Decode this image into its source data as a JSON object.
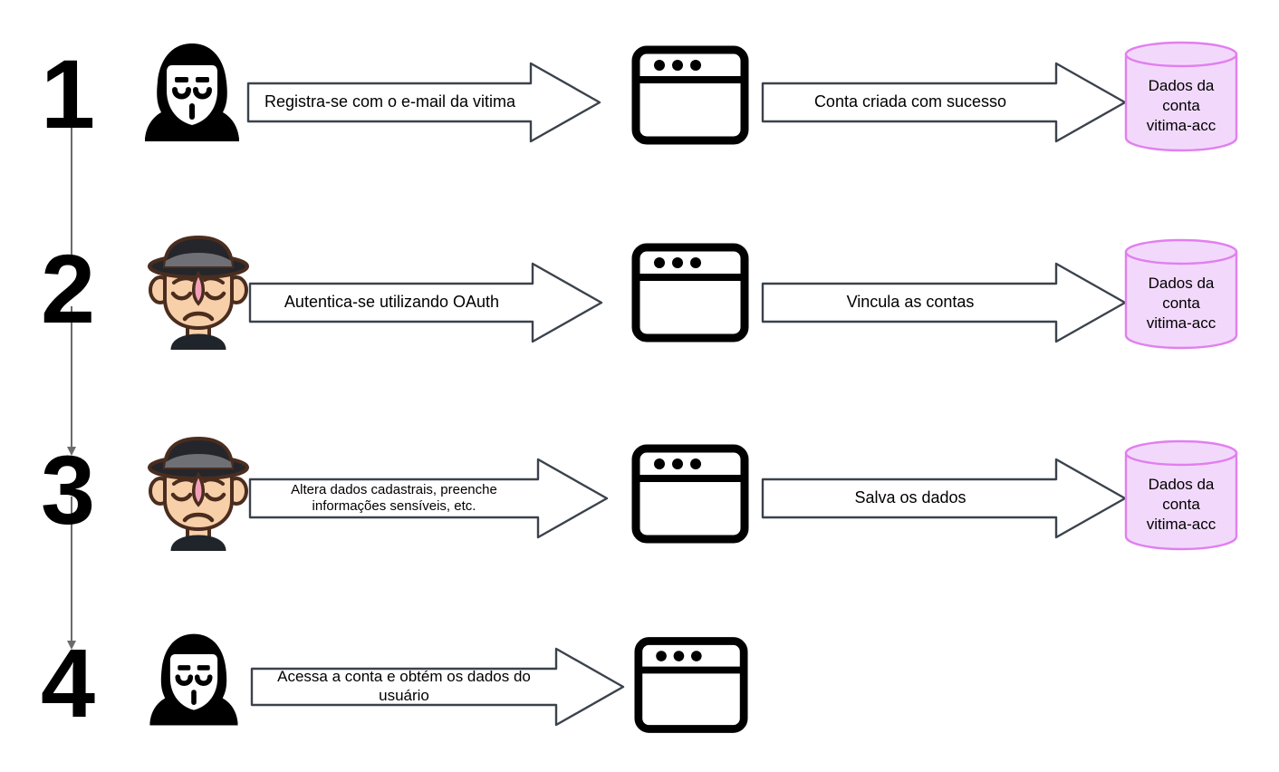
{
  "diagram": {
    "title": "Fluxo de ataque de pre-registro de conta (Portugues)",
    "background_color": "#ffffff",
    "arrow_stroke_color": "#3b424c",
    "arrow_fill_color": "#ffffff",
    "database_fill_color": "#f2d9fb",
    "database_stroke_color": "#e17ff0",
    "connector_color": "#6b6b6b",
    "number_color": "#000000"
  },
  "steps": [
    {
      "number": "1",
      "actor": {
        "icon": "hacker-anonymous-icon",
        "label": "Atacante anonimo"
      },
      "system": {
        "icon": "browser-window-icon",
        "label": "Aplicacao web"
      },
      "action_arrow": {
        "text": "Registra-se com o e-mail da vitima",
        "icon": "block-arrow-right-icon"
      },
      "result_arrow": {
        "text": "Conta criada com sucesso",
        "icon": "block-arrow-right-icon"
      },
      "store": {
        "icon": "database-cylinder-icon",
        "lines": [
          "Dados da",
          "conta",
          "vitima-acc"
        ]
      }
    },
    {
      "number": "2",
      "actor": {
        "icon": "detective-hat-person-icon",
        "label": "Vitima"
      },
      "system": {
        "icon": "browser-window-icon",
        "label": "Aplicacao web"
      },
      "action_arrow": {
        "text": "Autentica-se utilizando OAuth",
        "icon": "block-arrow-right-icon"
      },
      "result_arrow": {
        "text": "Vincula as contas",
        "icon": "block-arrow-right-icon"
      },
      "store": {
        "icon": "database-cylinder-icon",
        "lines": [
          "Dados da",
          "conta",
          "vitima-acc"
        ]
      }
    },
    {
      "number": "3",
      "actor": {
        "icon": "detective-hat-person-icon",
        "label": "Vitima"
      },
      "system": {
        "icon": "browser-window-icon",
        "label": "Aplicacao web"
      },
      "action_arrow": {
        "text": "Altera dados cadastrais, preenche informações sensíveis, etc.",
        "icon": "block-arrow-right-icon"
      },
      "result_arrow": {
        "text": "Salva os dados",
        "icon": "block-arrow-right-icon"
      },
      "store": {
        "icon": "database-cylinder-icon",
        "lines": [
          "Dados da",
          "conta",
          "vitima-acc"
        ]
      }
    },
    {
      "number": "4",
      "actor": {
        "icon": "hacker-anonymous-icon",
        "label": "Atacante anonimo"
      },
      "system": {
        "icon": "browser-window-icon",
        "label": "Aplicacao web"
      },
      "action_arrow": {
        "text": "Acessa a conta e obtém os dados do usuário",
        "icon": "block-arrow-right-icon"
      },
      "result_arrow": null,
      "store": null
    }
  ]
}
